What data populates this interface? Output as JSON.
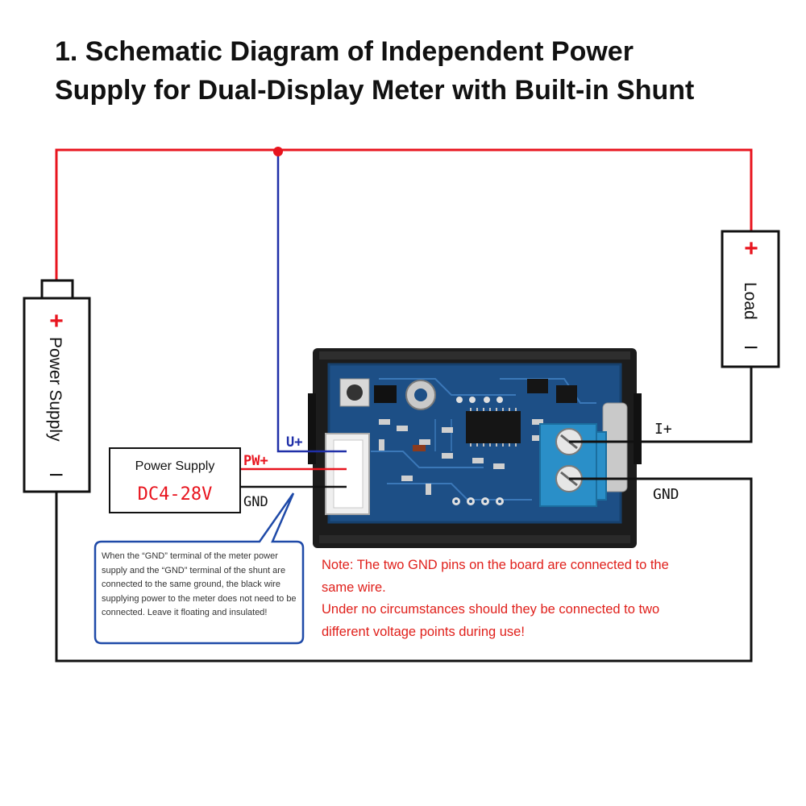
{
  "title": {
    "line1": "1. Schematic Diagram of Independent Power",
    "line2": "Supply for Dual-Display Meter with Built-in Shunt"
  },
  "main_supply": {
    "label": "Power Supply",
    "plus": "+",
    "minus": "I"
  },
  "load": {
    "label": "Load",
    "plus": "+",
    "minus": "I"
  },
  "meter_supply": {
    "label": "Power Supply",
    "voltage": "DC4-28V"
  },
  "wire_labels": {
    "u_plus": "U+",
    "pw_plus": "PW+",
    "gnd_left": "GND",
    "i_plus": "I+",
    "gnd_right": "GND"
  },
  "callout": {
    "text": "When the “GND” terminal of the meter power supply and the “GND” terminal of the shunt are connected to the same ground, the black wire supplying power to the meter does not need to be connected. Leave it floating and insulated!"
  },
  "note": {
    "line1": "Note: The two GND pins on the board are connected to the",
    "line2": "same wire.",
    "line3": "Under no circumstances should they be connected to two",
    "line4": "different voltage points during use!"
  },
  "colors": {
    "red_wire": "#e8141e",
    "blue_wire": "#1f2fa8",
    "black_wire": "#111111",
    "pcb": "#1d4f86",
    "terminal": "#2a8fc8",
    "callout_border": "#1f4aa8",
    "note_text": "#e0201b"
  }
}
